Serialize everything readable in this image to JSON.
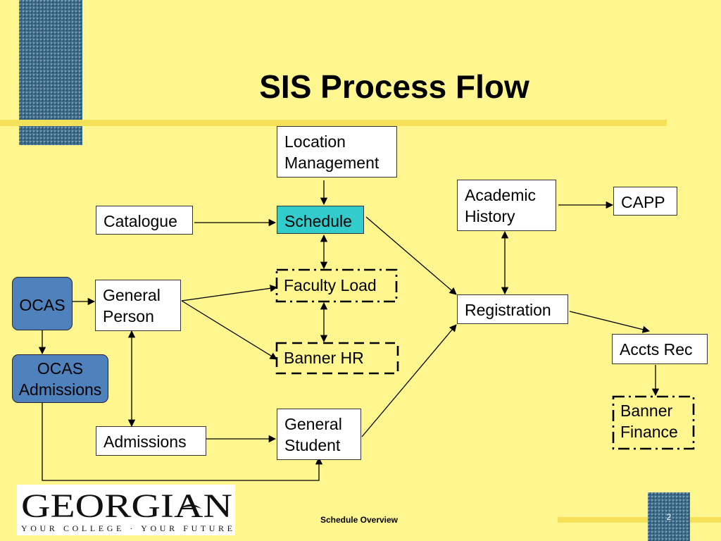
{
  "slide": {
    "title": "SIS Process Flow",
    "footer": "Schedule Overview",
    "page_number": "2"
  },
  "logo": {
    "name": "GEORGIAN",
    "tagline": "YOUR COLLEGE · YOUR FUTURE"
  },
  "nodes": {
    "location_management": "Location\nManagement",
    "catalogue": "Catalogue",
    "schedule": "Schedule",
    "faculty_load": "Faculty Load",
    "banner_hr": "Banner HR",
    "ocas": "OCAS",
    "general_person": "General\nPerson",
    "ocas_admissions": "OCAS\nAdmissions",
    "admissions": "Admissions",
    "general_student": "General\nStudent",
    "academic_history": "Academic\nHistory",
    "capp": "CAPP",
    "registration": "Registration",
    "accts_rec": "Accts Rec",
    "banner_finance": "Banner\nFinance"
  },
  "colors": {
    "background": "#FFF68F",
    "accent_rule": "#F5E05A",
    "schedule_fill": "#33CCCC",
    "ocas_fill": "#4F81BD",
    "deco_block": "#3E6F8E"
  }
}
